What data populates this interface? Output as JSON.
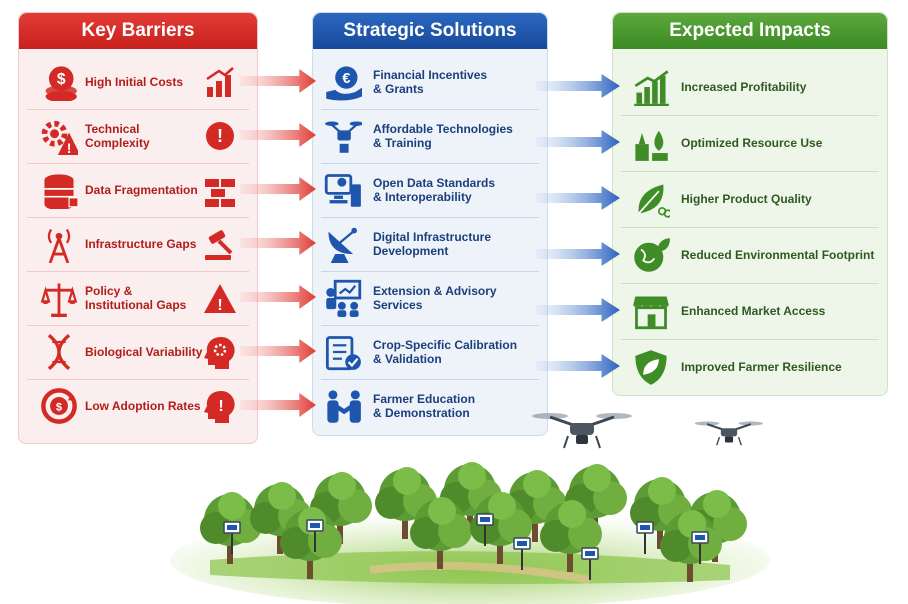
{
  "columns": {
    "barriers": {
      "title": "Key Barriers"
    },
    "solutions": {
      "title": "Strategic Solutions"
    },
    "impacts": {
      "title": "Expected Impacts"
    }
  },
  "barriers": [
    {
      "label": "High Initial Costs",
      "icon": "dollar-coins-icon",
      "side_icon": "bar-growth-icon"
    },
    {
      "label": "Technical Complexity",
      "icon": "gears-warning-icon",
      "side_icon": "exclamation-icon"
    },
    {
      "label": "Data Fragmentation",
      "icon": "database-icon",
      "side_icon": "bricks-icon"
    },
    {
      "label": "Infrastructure Gaps",
      "icon": "signal-tower-icon",
      "side_icon": "gavel-icon"
    },
    {
      "label": "Policy & Institutional Gaps",
      "icon": "scales-icon",
      "side_icon": "warning-icon"
    },
    {
      "label": "Biological Variability",
      "icon": "dna-icon",
      "side_icon": "head-gears-icon"
    },
    {
      "label": "Low Adoption Rates",
      "icon": "cycle-icon",
      "side_icon": "head-exclamation-icon"
    }
  ],
  "solutions": [
    {
      "line1": "Financial Incentives",
      "line2": "& Grants",
      "icon": "euro-hand-icon"
    },
    {
      "line1": "Affordable Technologies",
      "line2": "& Training",
      "icon": "drone-icon"
    },
    {
      "line1": "Open Data Standards",
      "line2": "& Interoperability",
      "icon": "computer-icon"
    },
    {
      "line1": "Digital Infrastructure",
      "line2": "Development",
      "icon": "satellite-dish-icon"
    },
    {
      "line1": "Extension & Advisory",
      "line2": "Services",
      "icon": "presentation-icon"
    },
    {
      "line1": "Crop-Specific Calibration",
      "line2": "& Validation",
      "icon": "checklist-icon"
    },
    {
      "line1": "Farmer Education",
      "line2": "& Demonstration",
      "icon": "handshake-icon"
    }
  ],
  "impacts": [
    {
      "label": "Increased Profitability",
      "icon": "growth-chart-icon"
    },
    {
      "label": "Optimized Resource Use",
      "icon": "water-drop-icon"
    },
    {
      "label": "Higher Product Quality",
      "icon": "leaves-icon"
    },
    {
      "label": "Reduced Environmental Footprint",
      "icon": "globe-leaf-icon"
    },
    {
      "label": "Enhanced Market Access",
      "icon": "storefront-icon"
    },
    {
      "label": "Improved Farmer Resilience",
      "icon": "shield-leaf-icon"
    }
  ],
  "colors": {
    "barriers": "#d42a25",
    "solutions": "#1f56ad",
    "impacts": "#3f8d27"
  }
}
